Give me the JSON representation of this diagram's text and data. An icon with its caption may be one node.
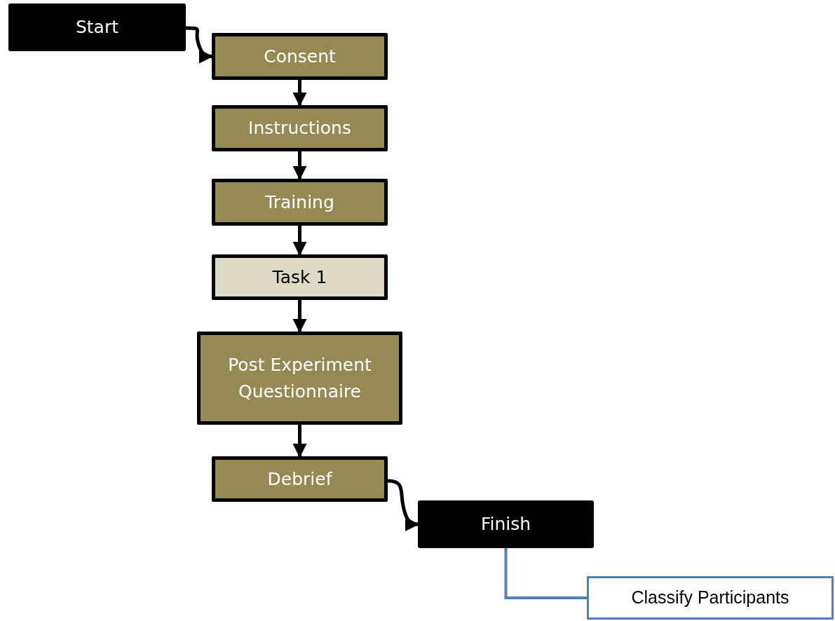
{
  "diagram": {
    "nodes": [
      {
        "text": [
          "Start"
        ]
      },
      {
        "text": [
          "Consent"
        ]
      },
      {
        "text": [
          "Instructions"
        ]
      },
      {
        "text": [
          "Training"
        ]
      },
      {
        "text": [
          "Task 1"
        ]
      },
      {
        "text": [
          "Post Experiment Questionnaire"
        ]
      },
      {
        "text": [
          "Debrief"
        ]
      },
      {
        "text": [
          "Finish"
        ]
      },
      {
        "text": [
          "Classify Participants"
        ]
      }
    ],
    "edges": [
      {
        "from": 0,
        "to": 1,
        "arrow": "to"
      },
      {
        "from": 1,
        "to": 2,
        "arrow": "to"
      },
      {
        "from": 2,
        "to": 3,
        "arrow": "to"
      },
      {
        "from": 3,
        "to": 4,
        "arrow": "to"
      },
      {
        "from": 4,
        "to": 5,
        "arrow": "to"
      },
      {
        "from": 5,
        "to": 6,
        "arrow": "to"
      },
      {
        "from": 6,
        "to": 7,
        "arrow": "to"
      },
      {
        "from": 7,
        "to": 8,
        "arrow": "none",
        "color": "#4f81bd"
      }
    ]
  }
}
